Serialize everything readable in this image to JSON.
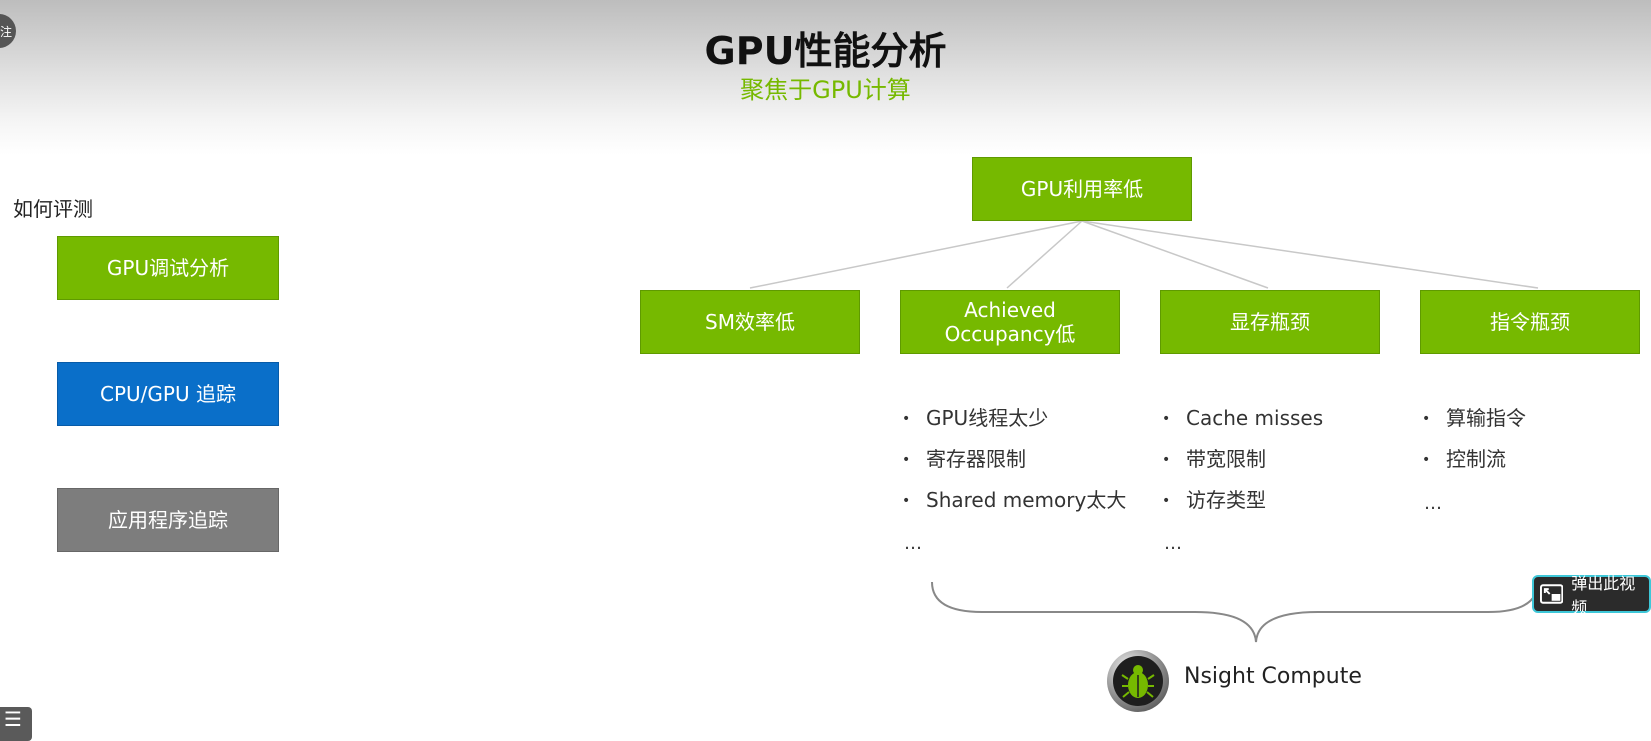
{
  "slide": {
    "title": "GPU性能分析",
    "subtitle": "聚焦于GPU计算"
  },
  "left_panel": {
    "heading": "如何评测",
    "buttons": [
      {
        "label": "GPU调试分析",
        "color": "#76b900"
      },
      {
        "label": "CPU/GPU 追踪",
        "color": "#0a6fc9"
      },
      {
        "label": "应用程序追踪",
        "color": "#7d7d7d"
      }
    ]
  },
  "tree": {
    "root": "GPU利用率低",
    "children": [
      {
        "label": "SM效率低",
        "bullets": [],
        "more": ""
      },
      {
        "label_line1": "Achieved",
        "label_line2": "Occupancy低",
        "bullets": [
          "GPU线程太少",
          "寄存器限制",
          "Shared memory太大"
        ],
        "more": "…"
      },
      {
        "label": "显存瓶颈",
        "bullets": [
          "Cache misses",
          "带宽限制",
          "访存类型"
        ],
        "more": "…"
      },
      {
        "label": "指令瓶颈",
        "bullets": [
          "算输指令",
          "控制流"
        ],
        "more": "…"
      }
    ],
    "bullet_glyph": "•"
  },
  "tool": {
    "name": "Nsight Compute",
    "icon": "nsight-bug-icon"
  },
  "overlay": {
    "corner_button_text": "注",
    "popout_label": "弹出此视频",
    "popout_icon": "popout-icon",
    "list_icon": "list-icon",
    "accent_color": "#3ec7d8"
  },
  "colors": {
    "nvidia_green": "#76b900",
    "blue": "#0a6fc9",
    "gray": "#7d7d7d"
  }
}
